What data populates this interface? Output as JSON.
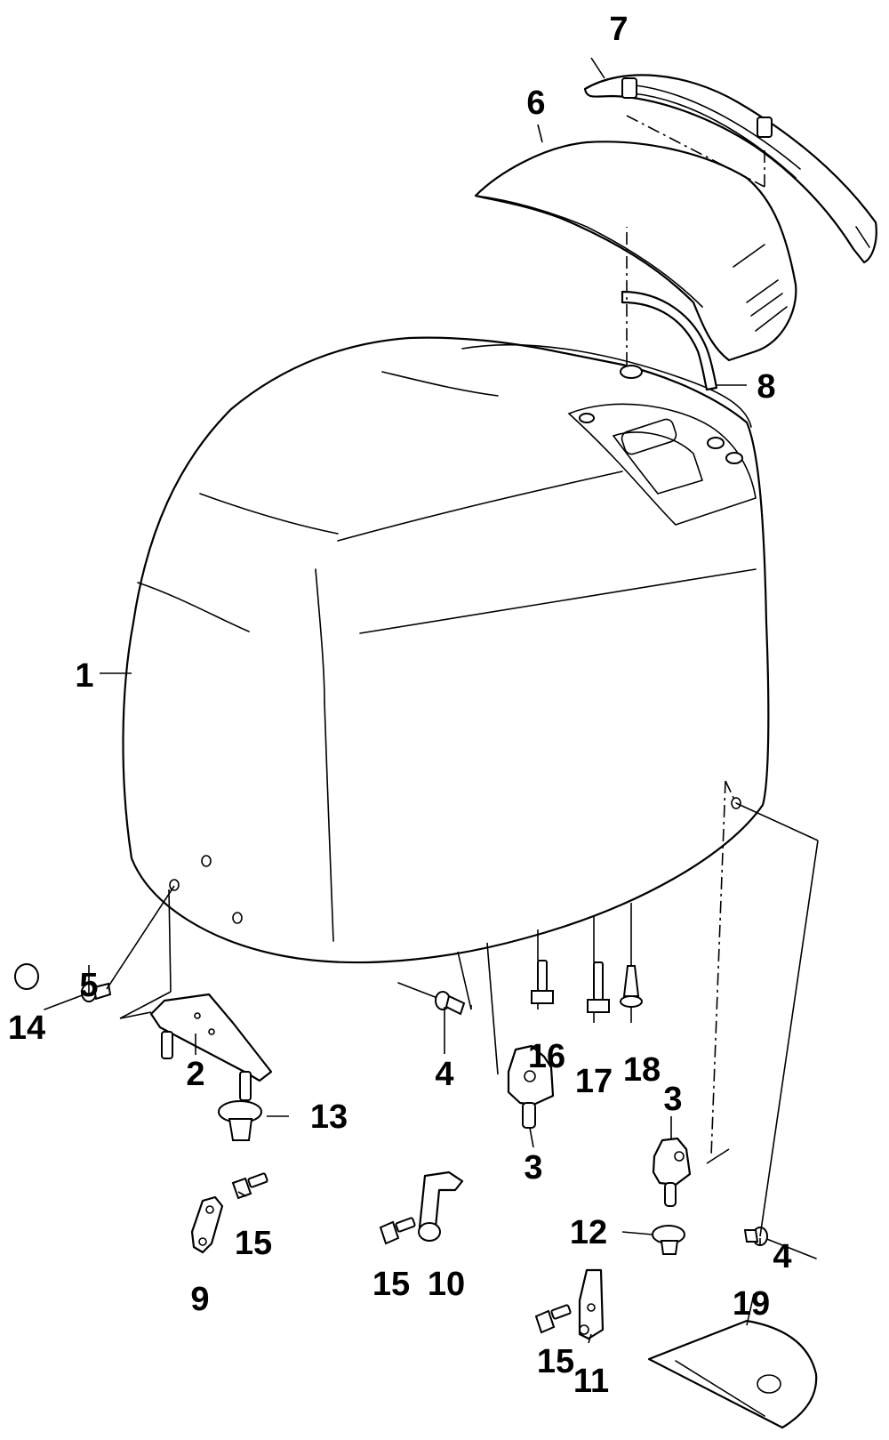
{
  "callouts": [
    {
      "id": "1",
      "text": "1"
    },
    {
      "id": "2",
      "text": "2"
    },
    {
      "id": "3a",
      "text": "3"
    },
    {
      "id": "3b",
      "text": "3"
    },
    {
      "id": "3c",
      "text": "3"
    },
    {
      "id": "4a",
      "text": "4"
    },
    {
      "id": "4b",
      "text": "4"
    },
    {
      "id": "5",
      "text": "5"
    },
    {
      "id": "6",
      "text": "6"
    },
    {
      "id": "7",
      "text": "7"
    },
    {
      "id": "8",
      "text": "8"
    },
    {
      "id": "9",
      "text": "9"
    },
    {
      "id": "10",
      "text": "10"
    },
    {
      "id": "11",
      "text": "11"
    },
    {
      "id": "12",
      "text": "12"
    },
    {
      "id": "13",
      "text": "13"
    },
    {
      "id": "14",
      "text": "14"
    },
    {
      "id": "15a",
      "text": "15"
    },
    {
      "id": "15b",
      "text": "15"
    },
    {
      "id": "15c",
      "text": "15"
    },
    {
      "id": "16",
      "text": "16"
    },
    {
      "id": "17",
      "text": "17"
    },
    {
      "id": "18",
      "text": "18"
    },
    {
      "id": "19",
      "text": "19"
    }
  ]
}
